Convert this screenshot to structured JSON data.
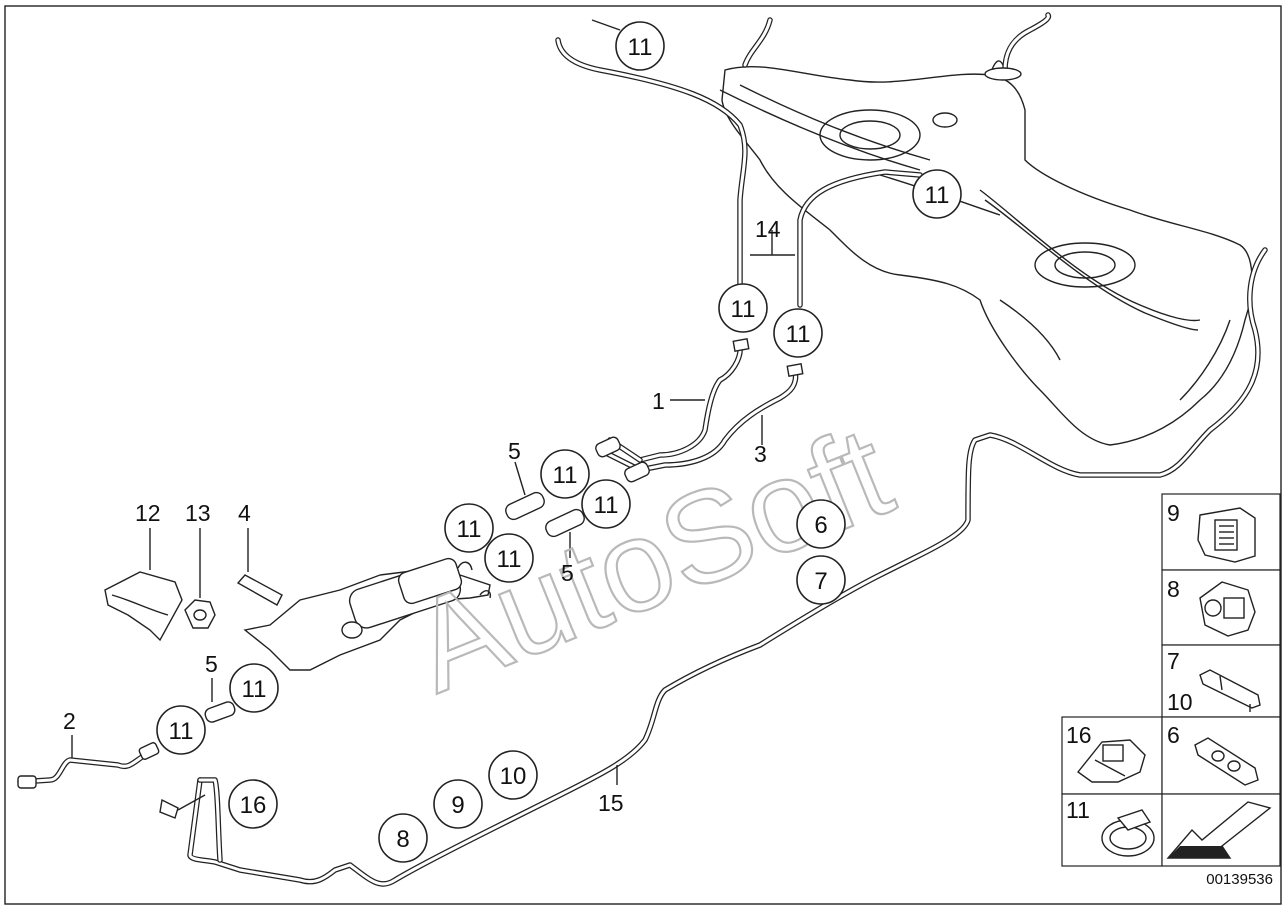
{
  "diagram": {
    "reference_number": "00139536",
    "watermark": "AutoSoft",
    "callouts": {
      "c11_a": "11",
      "c11_b": "11",
      "c11_c": "11",
      "c11_d": "11",
      "c11_e": "11",
      "c11_f": "11",
      "c11_g": "11",
      "c11_h": "11",
      "c11_i": "11",
      "c11_j": "11",
      "c6": "6",
      "c7": "7",
      "c8": "8",
      "c9": "9",
      "c10": "10",
      "c16": "16"
    },
    "labels": {
      "l1": "1",
      "l2": "2",
      "l3": "3",
      "l4": "4",
      "l5_a": "5",
      "l5_b": "5",
      "l5_c": "5",
      "l12": "12",
      "l13": "13",
      "l14": "14",
      "l15": "15"
    },
    "legend_panels": [
      {
        "label": "9"
      },
      {
        "label": "8"
      },
      {
        "label": "7",
        "label_2": "10"
      },
      {
        "label": "16"
      },
      {
        "label": "6"
      },
      {
        "label": "11"
      }
    ]
  }
}
